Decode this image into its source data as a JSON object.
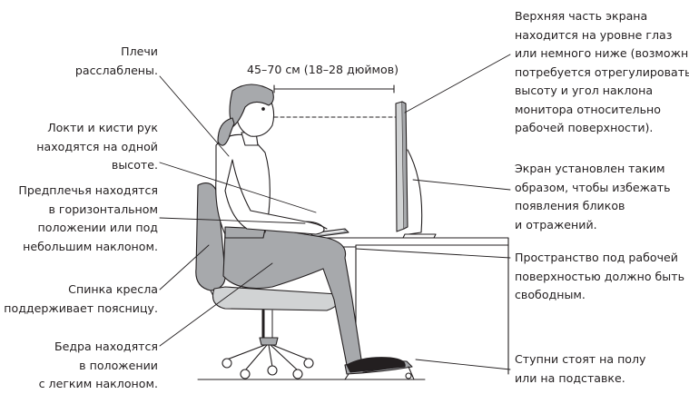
{
  "distance_label": "45–70 см (18–28 дюймов)",
  "callouts_left": {
    "shoulders": [
      "Плечи",
      "расслаблены."
    ],
    "elbows": [
      "Локти и кисти рук",
      "находятся на одной",
      "высоте."
    ],
    "forearms": [
      "Предплечья находятся",
      "в горизонтальном",
      "положении или под",
      "небольшим наклоном."
    ],
    "chair_back": [
      "Спинка кресла",
      "поддерживает поясницу."
    ],
    "thighs": [
      "Бедра находятся",
      "в положении",
      "с легким наклоном."
    ]
  },
  "callouts_right": {
    "monitor_top": [
      "Верхняя часть экрана",
      "находится на уровне глаз",
      "или немного ниже (возможно,",
      "потребуется отрегулировать",
      "высоту и угол наклона",
      "монитора относительно",
      "рабочей поверхности)."
    ],
    "glare": [
      "Экран установлен таким",
      "образом, чтобы избежать",
      "появления бликов",
      "и отражений."
    ],
    "under_desk": [
      "Пространство под рабочей",
      "поверхностью должно быть",
      "свободным."
    ],
    "feet": [
      "Ступни стоят на полу",
      "или на подставке."
    ]
  },
  "colors": {
    "line": "#231f20",
    "shade": "#a7a9ac",
    "shade_light": "#d1d3d4",
    "white": "#ffffff"
  }
}
